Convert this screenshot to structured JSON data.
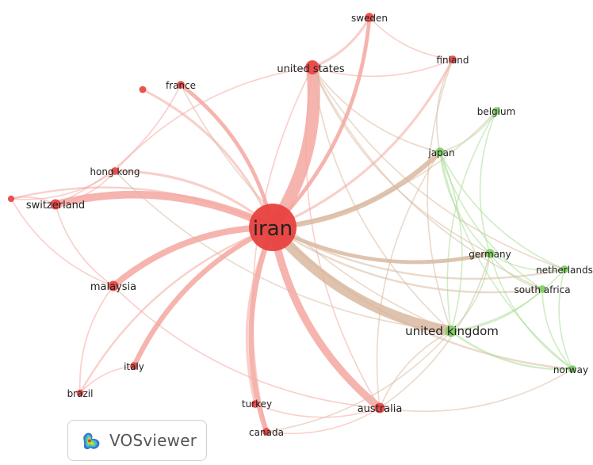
{
  "app": {
    "name": "VOSviewer"
  },
  "colors": {
    "cluster1": "#e8413f",
    "cluster2": "#7ccf62"
  },
  "nodes": [
    {
      "id": "iran",
      "label": "iran",
      "cluster": 1,
      "weight": 10
    },
    {
      "id": "united-states",
      "label": "united states",
      "cluster": 1,
      "weight": 4
    },
    {
      "id": "sweden",
      "label": "sweden",
      "cluster": 1,
      "weight": 2
    },
    {
      "id": "finland",
      "label": "finland",
      "cluster": 1,
      "weight": 1.5
    },
    {
      "id": "france",
      "label": "france",
      "cluster": 1,
      "weight": 1.5
    },
    {
      "id": "hong-kong",
      "label": "hong kong",
      "cluster": 1,
      "weight": 1.5
    },
    {
      "id": "switzerland",
      "label": "switzerland",
      "cluster": 1,
      "weight": 2.5
    },
    {
      "id": "malaysia",
      "label": "malaysia",
      "cluster": 1,
      "weight": 2.5
    },
    {
      "id": "italy",
      "label": "italy",
      "cluster": 1,
      "weight": 1.5
    },
    {
      "id": "brazil",
      "label": "brazil",
      "cluster": 1,
      "weight": 1.2
    },
    {
      "id": "turkey",
      "label": "turkey",
      "cluster": 1,
      "weight": 1.5
    },
    {
      "id": "canada",
      "label": "canada",
      "cluster": 1,
      "weight": 1.5
    },
    {
      "id": "australia",
      "label": "australia",
      "cluster": 1,
      "weight": 2.5
    },
    {
      "id": "unlabeled-1",
      "label": "",
      "cluster": 1,
      "weight": 1.2
    },
    {
      "id": "unlabeled-2",
      "label": "",
      "cluster": 1,
      "weight": 1
    },
    {
      "id": "japan",
      "label": "japan",
      "cluster": 2,
      "weight": 2
    },
    {
      "id": "belgium",
      "label": "belgium",
      "cluster": 2,
      "weight": 1.5
    },
    {
      "id": "germany",
      "label": "germany",
      "cluster": 2,
      "weight": 2
    },
    {
      "id": "netherlands",
      "label": "netherlands",
      "cluster": 2,
      "weight": 1.5
    },
    {
      "id": "south-africa",
      "label": "south africa",
      "cluster": 2,
      "weight": 1.5
    },
    {
      "id": "united-kingdom",
      "label": "united kingdom",
      "cluster": 2,
      "weight": 3
    },
    {
      "id": "norway",
      "label": "norway",
      "cluster": 2,
      "weight": 1.5
    }
  ],
  "links": [
    {
      "source": "iran",
      "target": "united-states",
      "strength": 10
    },
    {
      "source": "iran",
      "target": "united-kingdom",
      "strength": 8
    },
    {
      "source": "iran",
      "target": "switzerland",
      "strength": 6
    },
    {
      "source": "iran",
      "target": "australia",
      "strength": 6
    },
    {
      "source": "iran",
      "target": "malaysia",
      "strength": 5
    },
    {
      "source": "iran",
      "target": "canada",
      "strength": 4
    },
    {
      "source": "iran",
      "target": "italy",
      "strength": 4
    },
    {
      "source": "iran",
      "target": "japan",
      "strength": 4
    },
    {
      "source": "iran",
      "target": "france",
      "strength": 3
    },
    {
      "source": "iran",
      "target": "sweden",
      "strength": 3
    },
    {
      "source": "iran",
      "target": "germany",
      "strength": 3
    },
    {
      "source": "iran",
      "target": "hong-kong",
      "strength": 2
    },
    {
      "source": "iran",
      "target": "finland",
      "strength": 2
    },
    {
      "source": "iran",
      "target": "turkey",
      "strength": 2
    },
    {
      "source": "iran",
      "target": "brazil",
      "strength": 1.5
    },
    {
      "source": "iran",
      "target": "unlabeled-1",
      "strength": 2
    },
    {
      "source": "iran",
      "target": "unlabeled-2",
      "strength": 1.5
    },
    {
      "source": "iran",
      "target": "netherlands",
      "strength": 1.5
    },
    {
      "source": "iran",
      "target": "south-africa",
      "strength": 1.5
    },
    {
      "source": "iran",
      "target": "norway",
      "strength": 1.5
    },
    {
      "source": "iran",
      "target": "belgium",
      "strength": 1
    },
    {
      "source": "united-states",
      "target": "sweden",
      "strength": 2
    },
    {
      "source": "united-states",
      "target": "finland",
      "strength": 1
    },
    {
      "source": "united-states",
      "target": "japan",
      "strength": 1
    },
    {
      "source": "united-states",
      "target": "united-kingdom",
      "strength": 1
    },
    {
      "source": "united-states",
      "target": "australia",
      "strength": 1
    },
    {
      "source": "united-states",
      "target": "germany",
      "strength": 1
    },
    {
      "source": "united-states",
      "target": "south-africa",
      "strength": 1
    },
    {
      "source": "united-states",
      "target": "netherlands",
      "strength": 1
    },
    {
      "source": "united-states",
      "target": "canada",
      "strength": 1
    },
    {
      "source": "united-states",
      "target": "hong-kong",
      "strength": 1
    },
    {
      "source": "united-kingdom",
      "target": "norway",
      "strength": 1.5
    },
    {
      "source": "united-kingdom",
      "target": "germany",
      "strength": 1
    },
    {
      "source": "united-kingdom",
      "target": "south-africa",
      "strength": 1
    },
    {
      "source": "united-kingdom",
      "target": "netherlands",
      "strength": 1
    },
    {
      "source": "united-kingdom",
      "target": "australia",
      "strength": 1
    },
    {
      "source": "united-kingdom",
      "target": "japan",
      "strength": 1
    },
    {
      "source": "japan",
      "target": "germany",
      "strength": 1
    },
    {
      "source": "japan",
      "target": "belgium",
      "strength": 1
    },
    {
      "source": "japan",
      "target": "south-africa",
      "strength": 1
    },
    {
      "source": "japan",
      "target": "netherlands",
      "strength": 1
    },
    {
      "source": "japan",
      "target": "norway",
      "strength": 1
    },
    {
      "source": "japan",
      "target": "australia",
      "strength": 1
    },
    {
      "source": "germany",
      "target": "netherlands",
      "strength": 1
    },
    {
      "source": "germany",
      "target": "norway",
      "strength": 1
    },
    {
      "source": "germany",
      "target": "south-africa",
      "strength": 1
    },
    {
      "source": "belgium",
      "target": "germany",
      "strength": 1
    },
    {
      "source": "belgium",
      "target": "united-kingdom",
      "strength": 1
    },
    {
      "source": "netherlands",
      "target": "norway",
      "strength": 1
    },
    {
      "source": "south-africa",
      "target": "norway",
      "strength": 1
    },
    {
      "source": "switzerland",
      "target": "hong-kong",
      "strength": 1
    },
    {
      "source": "switzerland",
      "target": "unlabeled-2",
      "strength": 1
    },
    {
      "source": "switzerland",
      "target": "france",
      "strength": 1
    },
    {
      "source": "switzerland",
      "target": "malaysia",
      "strength": 1
    },
    {
      "source": "unlabeled-2",
      "target": "malaysia",
      "strength": 1
    },
    {
      "source": "unlabeled-2",
      "target": "hong-kong",
      "strength": 1
    },
    {
      "source": "malaysia",
      "target": "brazil",
      "strength": 1
    },
    {
      "source": "malaysia",
      "target": "australia",
      "strength": 1
    },
    {
      "source": "italy",
      "target": "brazil",
      "strength": 1
    },
    {
      "source": "turkey",
      "target": "australia",
      "strength": 1
    },
    {
      "source": "canada",
      "target": "australia",
      "strength": 1
    },
    {
      "source": "canada",
      "target": "united-kingdom",
      "strength": 1
    },
    {
      "source": "australia",
      "target": "germany",
      "strength": 1
    },
    {
      "source": "australia",
      "target": "norway",
      "strength": 1
    },
    {
      "source": "sweden",
      "target": "finland",
      "strength": 1
    },
    {
      "source": "finland",
      "target": "japan",
      "strength": 1
    },
    {
      "source": "finland",
      "target": "united-kingdom",
      "strength": 1
    },
    {
      "source": "france",
      "target": "united-kingdom",
      "strength": 1
    },
    {
      "source": "hong-kong",
      "target": "united-kingdom",
      "strength": 1
    }
  ]
}
